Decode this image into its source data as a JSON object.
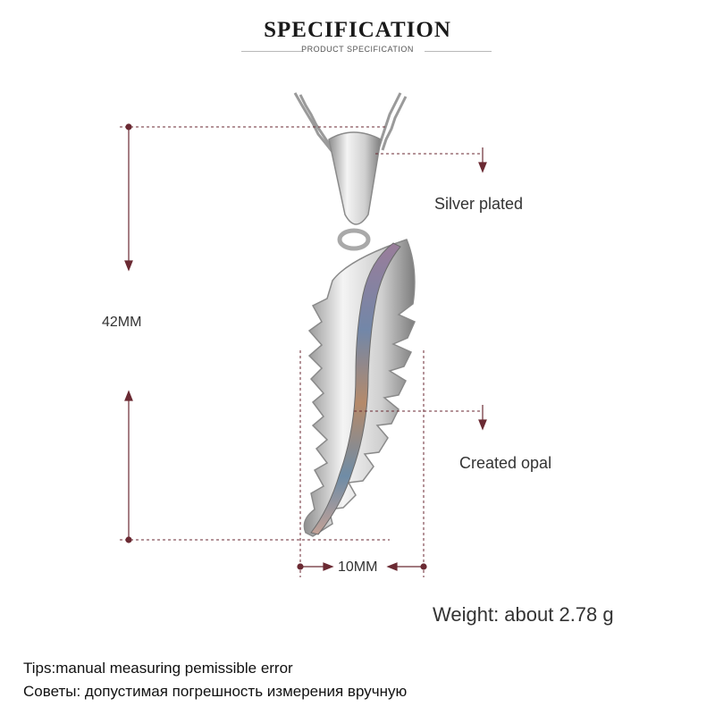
{
  "header": {
    "title": "SPECIFICATION",
    "subtitle": "PRODUCT SPECIFICATION"
  },
  "callouts": {
    "material": "Silver plated",
    "stone": "Created opal"
  },
  "dimensions": {
    "height": "42MM",
    "width": "10MM"
  },
  "weight": "Weight: about  2.78 g",
  "tips": {
    "english": "Tips:manual measuring pemissible error",
    "russian": "Советы: допустимая погрешность измерения вручную"
  },
  "colors": {
    "dimension_line": "#6b2a33",
    "silver": "#c9c9c9",
    "opal": "#7d8a9e"
  }
}
